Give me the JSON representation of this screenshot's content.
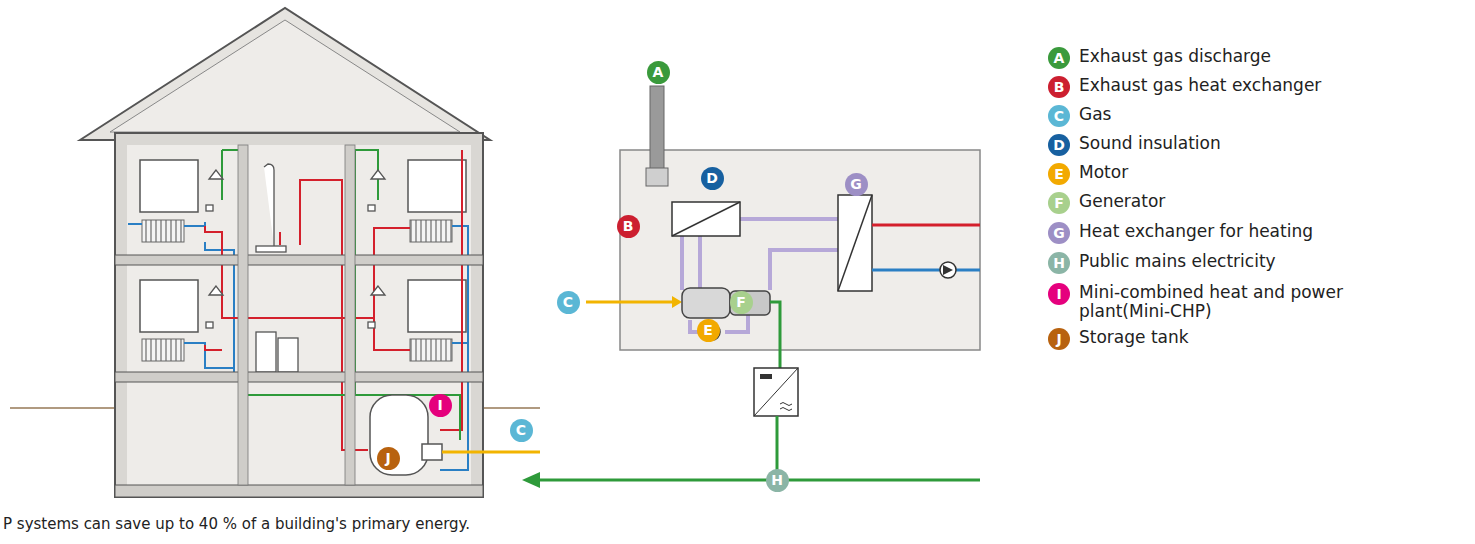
{
  "diagram": {
    "caption": "P systems can save up to 40 % of a building's primary energy.",
    "nodes": [
      {
        "text": [
          "A"
        ]
      },
      {
        "text": [
          "D"
        ]
      },
      {
        "text": [
          "G"
        ]
      },
      {
        "text": [
          "B"
        ]
      },
      {
        "text": [
          "C"
        ]
      },
      {
        "text": [
          "F"
        ]
      },
      {
        "text": [
          "E"
        ]
      },
      {
        "text": [
          "I"
        ]
      },
      {
        "text": [
          "C"
        ]
      },
      {
        "text": [
          "J"
        ]
      },
      {
        "text": [
          "H"
        ]
      }
    ],
    "labels": [
      "A",
      "B",
      "C",
      "D",
      "E",
      "F",
      "G",
      "H",
      "I",
      "J"
    ],
    "legend": [
      {
        "text": "Exhaust gas discharge",
        "color": "#3a9a3c"
      },
      {
        "text": "Exhaust gas heat exchanger",
        "color": "#cc1f30"
      },
      {
        "text": "Gas",
        "color": "#5bb7d5"
      },
      {
        "text": "Sound insulation",
        "color": "#1760a0"
      },
      {
        "text": "Motor",
        "color": "#f2a900"
      },
      {
        "text": "Generator",
        "color": "#a8d08d"
      },
      {
        "text": "Heat exchanger for heating",
        "color": "#9d8fc5"
      },
      {
        "text": "Public mains electricity",
        "color": "#8bb5a6"
      },
      {
        "text": "Mini-combined heat and power plant(Mini-CHP)",
        "color": "#e5007d"
      },
      {
        "text": "Storage tank",
        "color": "#b8620f"
      }
    ]
  }
}
